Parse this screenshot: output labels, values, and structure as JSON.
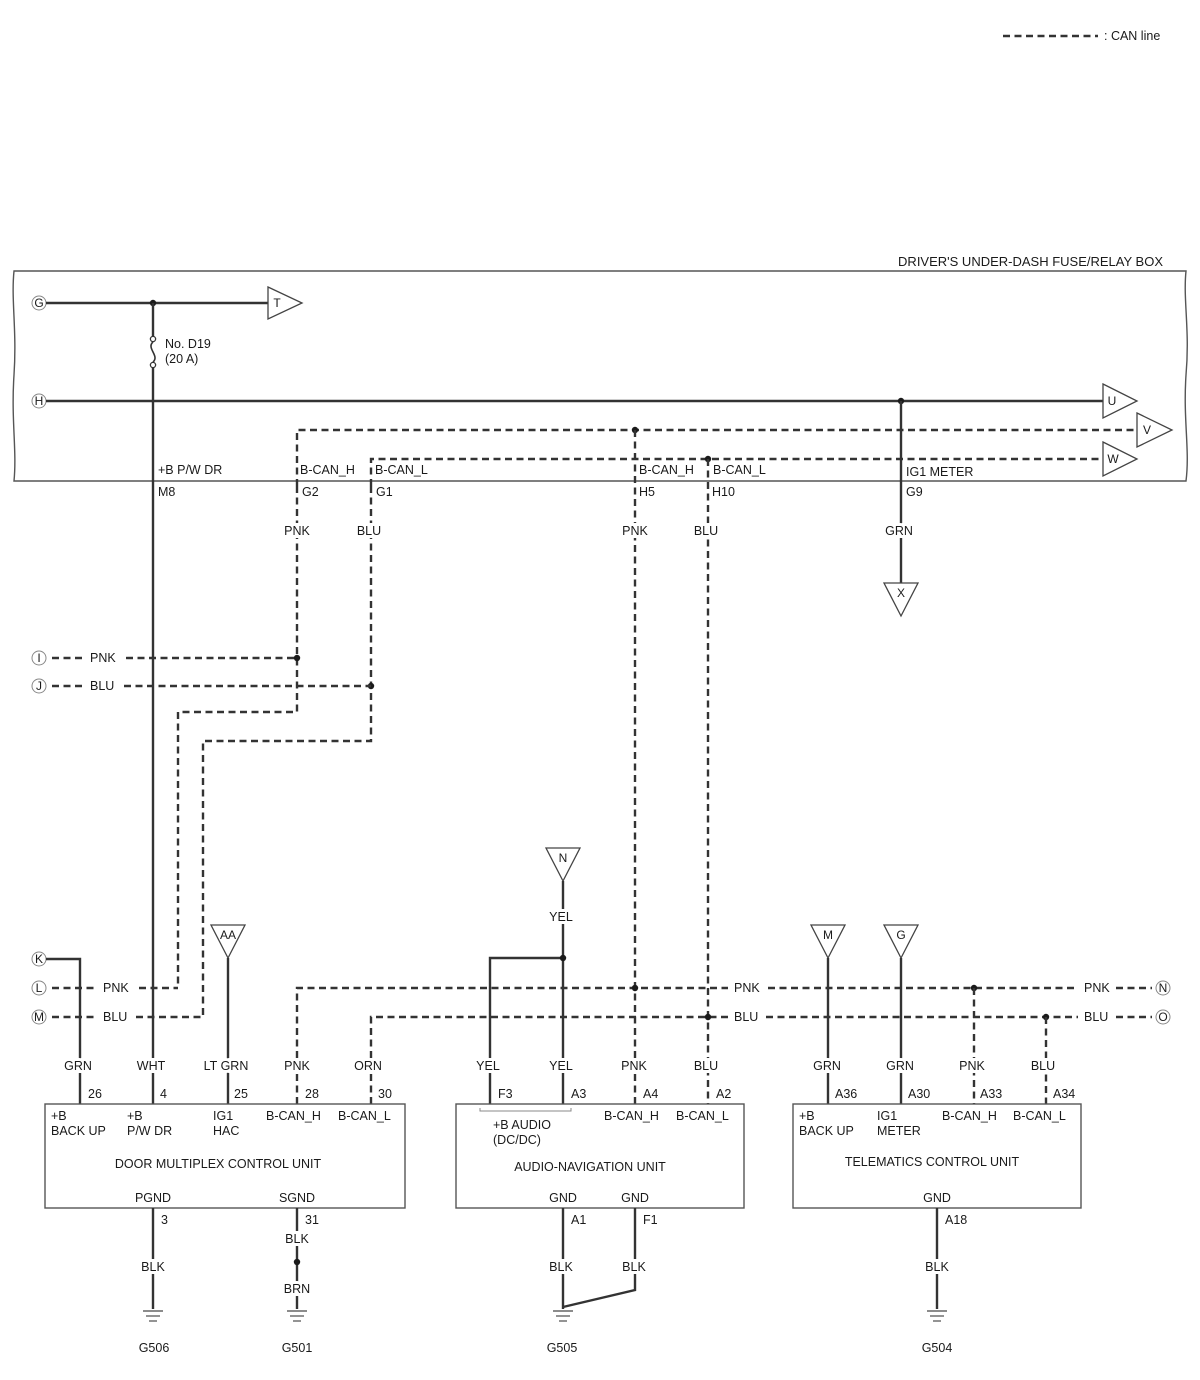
{
  "legend": {
    "label": ": CAN line"
  },
  "fuse_box": {
    "title": "DRIVER'S UNDER-DASH FUSE/RELAY BOX",
    "fuse_name": "No. D19",
    "fuse_rating": "(20 A)",
    "pins": [
      {
        "signal": "+B P/W DR",
        "pin": "M8"
      },
      {
        "signal": "B-CAN_H",
        "pin": "G2"
      },
      {
        "signal": "B-CAN_L",
        "pin": "G1"
      },
      {
        "signal": "B-CAN_H",
        "pin": "H5"
      },
      {
        "signal": "B-CAN_L",
        "pin": "H10"
      },
      {
        "signal": "IG1 METER",
        "pin": "G9"
      }
    ]
  },
  "connectors": {
    "G": "G",
    "H": "H",
    "I": "I",
    "J": "J",
    "K": "K",
    "L": "L",
    "M": "M",
    "N": "N",
    "O": "O",
    "T": "T",
    "U": "U",
    "V": "V",
    "W": "W",
    "X": "X",
    "AA": "AA",
    "tri_N": "N",
    "tri_M": "M",
    "tri_G": "G"
  },
  "wires": {
    "pnk": "PNK",
    "blu": "BLU",
    "grn": "GRN",
    "wht": "WHT",
    "ltgrn": "LT GRN",
    "orn": "ORN",
    "yel": "YEL",
    "blk": "BLK",
    "brn": "BRN"
  },
  "door_unit": {
    "name": "DOOR MULTIPLEX CONTROL UNIT",
    "pins": {
      "p26": "26",
      "p4": "4",
      "p25": "25",
      "p28": "28",
      "p30": "30",
      "p3": "3",
      "p31": "31"
    },
    "labels": {
      "backup_a": "+B",
      "backup_b": "BACK UP",
      "pwdr_a": "+B",
      "pwdr_b": "P/W DR",
      "hac_a": "IG1",
      "hac_b": "HAC",
      "canh": "B-CAN_H",
      "canl": "B-CAN_L",
      "pgnd": "PGND",
      "sgnd": "SGND"
    }
  },
  "audio_unit": {
    "name": "AUDIO-NAVIGATION UNIT",
    "pins": {
      "f3": "F3",
      "a3": "A3",
      "a4": "A4",
      "a2": "A2",
      "a1": "A1",
      "f1": "F1"
    },
    "labels": {
      "audio_a": "+B AUDIO",
      "audio_b": "(DC/DC)",
      "canh": "B-CAN_H",
      "canl": "B-CAN_L",
      "gnd": "GND"
    }
  },
  "telematics_unit": {
    "name": "TELEMATICS CONTROL UNIT",
    "pins": {
      "a36": "A36",
      "a30": "A30",
      "a33": "A33",
      "a34": "A34",
      "a18": "A18"
    },
    "labels": {
      "backup_a": "+B",
      "backup_b": "BACK UP",
      "meter_a": "IG1",
      "meter_b": "METER",
      "canh": "B-CAN_H",
      "canl": "B-CAN_L",
      "gnd": "GND"
    }
  },
  "grounds": {
    "g506": "G506",
    "g501": "G501",
    "g505": "G505",
    "g504": "G504"
  }
}
